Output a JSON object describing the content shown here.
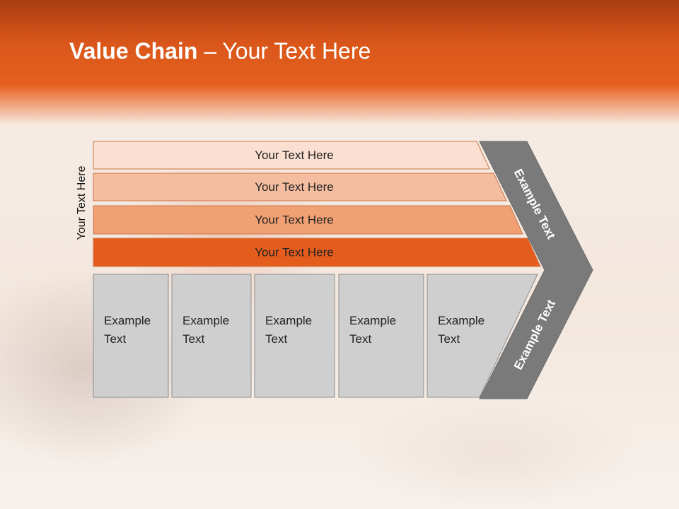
{
  "title": {
    "bold": "Value Chain",
    "rest": " – Your Text Here"
  },
  "side_label": "Your Text Here",
  "bands": [
    {
      "label": "Your Text Here",
      "color": "#fbdfd0"
    },
    {
      "label": "Your Text Here",
      "color": "#f5bd9f"
    },
    {
      "label": "Your Text Here",
      "color": "#f0a072"
    },
    {
      "label": "Your Text Here",
      "color": "#e55d1d"
    }
  ],
  "columns": [
    {
      "line1": "Example",
      "line2": "Text"
    },
    {
      "line1": "Example",
      "line2": "Text"
    },
    {
      "line1": "Example",
      "line2": "Text"
    },
    {
      "line1": "Example",
      "line2": "Text"
    },
    {
      "line1": "Example",
      "line2": "Text"
    }
  ],
  "chevron": {
    "top_text": "Example Text",
    "bottom_text": "Example Text",
    "color": "#7a7a7a"
  },
  "colors": {
    "header": "#e0591b",
    "column_fill": "#cfcfcf",
    "column_border": "#8e8e8e"
  }
}
